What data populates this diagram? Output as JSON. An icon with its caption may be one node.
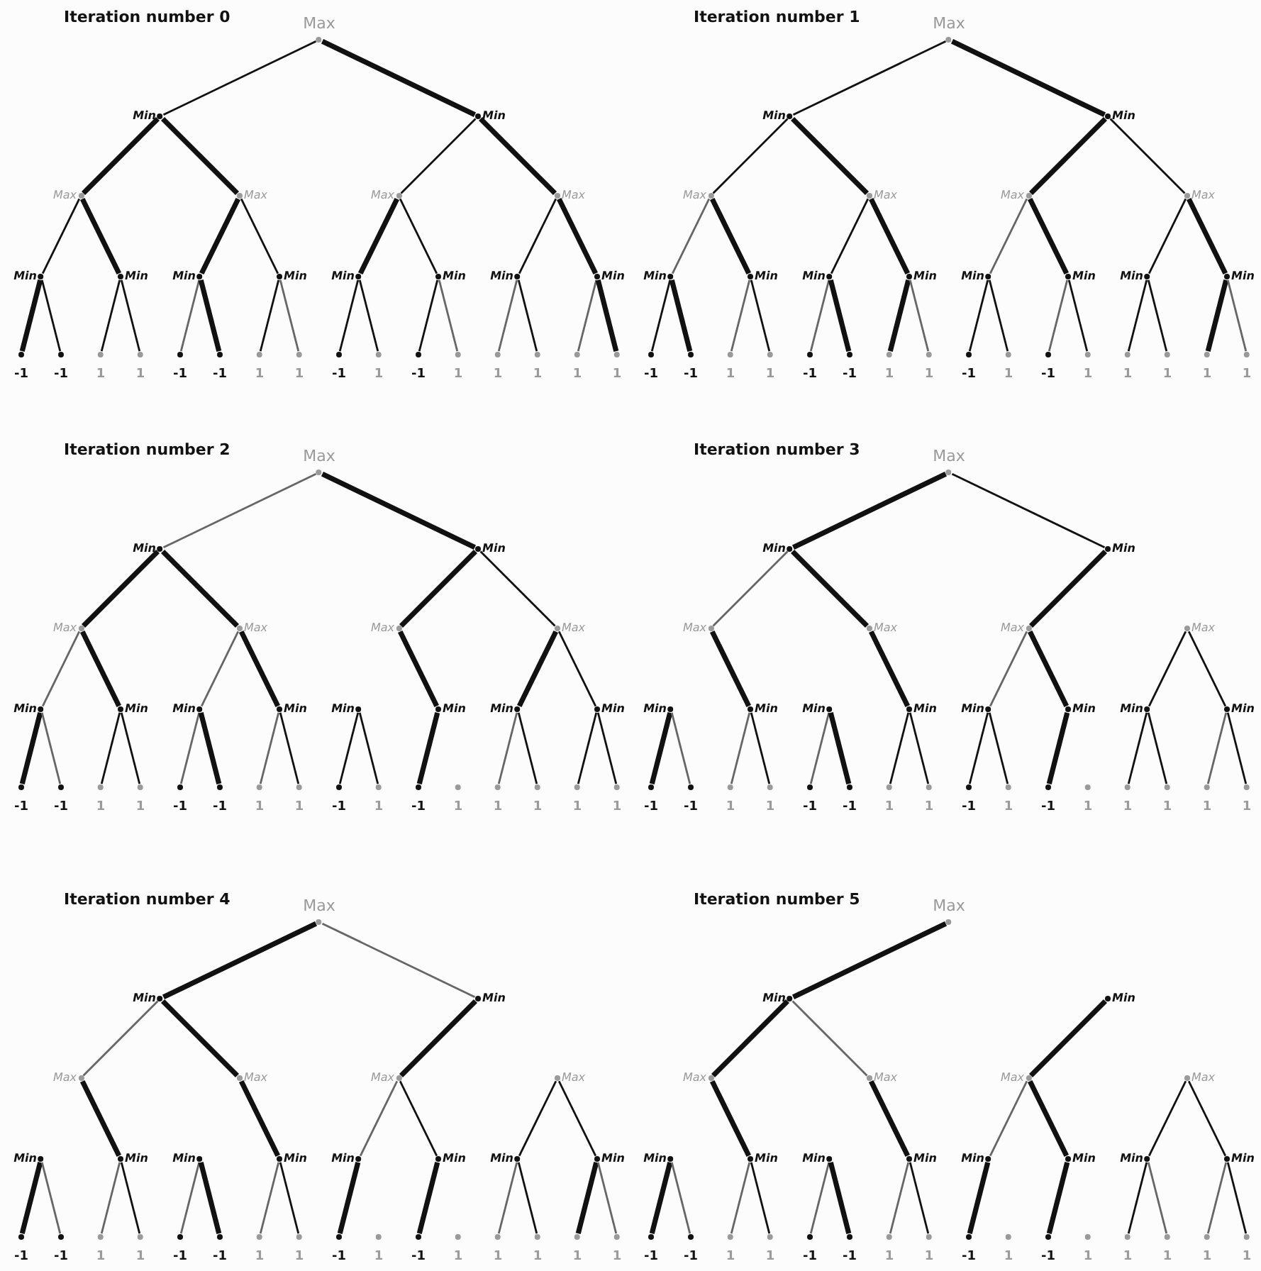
{
  "diagram": {
    "nodes": [
      {
        "text": [
          "Max"
        ]
      },
      {
        "text": [
          "Min"
        ]
      },
      {
        "text": [
          "Min"
        ]
      },
      {
        "text": [
          "Max"
        ]
      },
      {
        "text": [
          "Max"
        ]
      },
      {
        "text": [
          "Max"
        ]
      },
      {
        "text": [
          "Max"
        ]
      },
      {
        "text": [
          "Min"
        ]
      },
      {
        "text": [
          "Min"
        ]
      },
      {
        "text": [
          "Min"
        ]
      },
      {
        "text": [
          "Min"
        ]
      },
      {
        "text": [
          "Min"
        ]
      },
      {
        "text": [
          "Min"
        ]
      },
      {
        "text": [
          "Min"
        ]
      },
      {
        "text": [
          "Min"
        ]
      },
      {
        "text": [
          "-1"
        ]
      },
      {
        "text": [
          "-1"
        ]
      },
      {
        "text": [
          "1"
        ]
      },
      {
        "text": [
          "1"
        ]
      },
      {
        "text": [
          "-1"
        ]
      },
      {
        "text": [
          "-1"
        ]
      },
      {
        "text": [
          "1"
        ]
      },
      {
        "text": [
          "1"
        ]
      },
      {
        "text": [
          "-1"
        ]
      },
      {
        "text": [
          "1"
        ]
      },
      {
        "text": [
          "-1"
        ]
      },
      {
        "text": [
          "1"
        ]
      },
      {
        "text": [
          "1"
        ]
      },
      {
        "text": [
          "1"
        ]
      },
      {
        "text": [
          "1"
        ]
      },
      {
        "text": [
          "1"
        ]
      },
      {
        "text": [
          "Max"
        ]
      },
      {
        "text": [
          "Min"
        ]
      },
      {
        "text": [
          "Min"
        ]
      },
      {
        "text": [
          "Max"
        ]
      },
      {
        "text": [
          "Max"
        ]
      },
      {
        "text": [
          "Max"
        ]
      },
      {
        "text": [
          "Max"
        ]
      },
      {
        "text": [
          "Min"
        ]
      },
      {
        "text": [
          "Min"
        ]
      },
      {
        "text": [
          "Min"
        ]
      },
      {
        "text": [
          "Min"
        ]
      },
      {
        "text": [
          "Min"
        ]
      },
      {
        "text": [
          "Min"
        ]
      },
      {
        "text": [
          "Min"
        ]
      },
      {
        "text": [
          "Min"
        ]
      },
      {
        "text": [
          "-1"
        ]
      },
      {
        "text": [
          "-1"
        ]
      },
      {
        "text": [
          "1"
        ]
      },
      {
        "text": [
          "1"
        ]
      },
      {
        "text": [
          "-1"
        ]
      },
      {
        "text": [
          "-1"
        ]
      },
      {
        "text": [
          "1"
        ]
      },
      {
        "text": [
          "1"
        ]
      },
      {
        "text": [
          "-1"
        ]
      },
      {
        "text": [
          "1"
        ]
      },
      {
        "text": [
          "-1"
        ]
      },
      {
        "text": [
          "1"
        ]
      },
      {
        "text": [
          "1"
        ]
      },
      {
        "text": [
          "1"
        ]
      },
      {
        "text": [
          "1"
        ]
      },
      {
        "text": [
          "1"
        ]
      },
      {
        "text": [
          "Max"
        ]
      },
      {
        "text": [
          "Min"
        ]
      },
      {
        "text": [
          "Min"
        ]
      },
      {
        "text": [
          "Max"
        ]
      },
      {
        "text": [
          "Max"
        ]
      },
      {
        "text": [
          "Max"
        ]
      },
      {
        "text": [
          "Max"
        ]
      },
      {
        "text": [
          "Min"
        ]
      },
      {
        "text": [
          "Min"
        ]
      },
      {
        "text": [
          "Min"
        ]
      },
      {
        "text": [
          "Min"
        ]
      },
      {
        "text": [
          "Min"
        ]
      },
      {
        "text": [
          "Min"
        ]
      },
      {
        "text": [
          "Min"
        ]
      },
      {
        "text": [
          "Min"
        ]
      },
      {
        "text": [
          "-1"
        ]
      },
      {
        "text": [
          "-1"
        ]
      },
      {
        "text": [
          "1"
        ]
      },
      {
        "text": [
          "1"
        ]
      },
      {
        "text": [
          "-1"
        ]
      },
      {
        "text": [
          "-1"
        ]
      },
      {
        "text": [
          "1"
        ]
      },
      {
        "text": [
          "1"
        ]
      },
      {
        "text": [
          "-1"
        ]
      },
      {
        "text": [
          "1"
        ]
      },
      {
        "text": [
          "-1"
        ]
      },
      {
        "text": [
          "1"
        ]
      },
      {
        "text": [
          "1"
        ]
      },
      {
        "text": [
          "1"
        ]
      },
      {
        "text": [
          "1"
        ]
      },
      {
        "text": [
          "1"
        ]
      },
      {
        "text": [
          "Max"
        ]
      },
      {
        "text": [
          "Min"
        ]
      },
      {
        "text": [
          "Min"
        ]
      },
      {
        "text": [
          "Max"
        ]
      },
      {
        "text": [
          "Max"
        ]
      },
      {
        "text": [
          "Max"
        ]
      },
      {
        "text": [
          "Max"
        ]
      },
      {
        "text": [
          "Min"
        ]
      },
      {
        "text": [
          "Min"
        ]
      },
      {
        "text": [
          "Min"
        ]
      },
      {
        "text": [
          "Min"
        ]
      },
      {
        "text": [
          "Min"
        ]
      },
      {
        "text": [
          "Min"
        ]
      },
      {
        "text": [
          "Min"
        ]
      },
      {
        "text": [
          "Min"
        ]
      },
      {
        "text": [
          "-1"
        ]
      },
      {
        "text": [
          "-1"
        ]
      },
      {
        "text": [
          "1"
        ]
      },
      {
        "text": [
          "1"
        ]
      },
      {
        "text": [
          "-1"
        ]
      },
      {
        "text": [
          "-1"
        ]
      },
      {
        "text": [
          "1"
        ]
      },
      {
        "text": [
          "1"
        ]
      },
      {
        "text": [
          "-1"
        ]
      },
      {
        "text": [
          "1"
        ]
      },
      {
        "text": [
          "-1"
        ]
      },
      {
        "text": [
          "1"
        ]
      },
      {
        "text": [
          "1"
        ]
      },
      {
        "text": [
          "1"
        ]
      },
      {
        "text": [
          "1"
        ]
      },
      {
        "text": [
          "1"
        ]
      },
      {
        "text": [
          "Max"
        ]
      },
      {
        "text": [
          "Min"
        ]
      },
      {
        "text": [
          "Min"
        ]
      },
      {
        "text": [
          "Max"
        ]
      },
      {
        "text": [
          "Max"
        ]
      },
      {
        "text": [
          "Max"
        ]
      },
      {
        "text": [
          "Max"
        ]
      },
      {
        "text": [
          "Min"
        ]
      },
      {
        "text": [
          "Min"
        ]
      },
      {
        "text": [
          "Min"
        ]
      },
      {
        "text": [
          "Min"
        ]
      },
      {
        "text": [
          "Min"
        ]
      },
      {
        "text": [
          "Min"
        ]
      },
      {
        "text": [
          "Min"
        ]
      },
      {
        "text": [
          "Min"
        ]
      },
      {
        "text": [
          "-1"
        ]
      },
      {
        "text": [
          "-1"
        ]
      },
      {
        "text": [
          "1"
        ]
      },
      {
        "text": [
          "1"
        ]
      },
      {
        "text": [
          "-1"
        ]
      },
      {
        "text": [
          "-1"
        ]
      },
      {
        "text": [
          "1"
        ]
      },
      {
        "text": [
          "1"
        ]
      },
      {
        "text": [
          "-1"
        ]
      },
      {
        "text": [
          "1"
        ]
      },
      {
        "text": [
          "-1"
        ]
      },
      {
        "text": [
          "1"
        ]
      },
      {
        "text": [
          "1"
        ]
      },
      {
        "text": [
          "1"
        ]
      },
      {
        "text": [
          "1"
        ]
      },
      {
        "text": [
          "1"
        ]
      },
      {
        "text": [
          "Max"
        ]
      },
      {
        "text": [
          "Min"
        ]
      },
      {
        "text": [
          "Min"
        ]
      },
      {
        "text": [
          "Max"
        ]
      },
      {
        "text": [
          "Max"
        ]
      },
      {
        "text": [
          "Max"
        ]
      },
      {
        "text": [
          "Max"
        ]
      },
      {
        "text": [
          "Min"
        ]
      },
      {
        "text": [
          "Min"
        ]
      },
      {
        "text": [
          "Min"
        ]
      },
      {
        "text": [
          "Min"
        ]
      },
      {
        "text": [
          "Min"
        ]
      },
      {
        "text": [
          "Min"
        ]
      },
      {
        "text": [
          "Min"
        ]
      },
      {
        "text": [
          "Min"
        ]
      },
      {
        "text": [
          "-1"
        ]
      },
      {
        "text": [
          "-1"
        ]
      },
      {
        "text": [
          "1"
        ]
      },
      {
        "text": [
          "1"
        ]
      },
      {
        "text": [
          "-1"
        ]
      },
      {
        "text": [
          "-1"
        ]
      },
      {
        "text": [
          "1"
        ]
      },
      {
        "text": [
          "1"
        ]
      },
      {
        "text": [
          "-1"
        ]
      },
      {
        "text": [
          "1"
        ]
      },
      {
        "text": [
          "-1"
        ]
      },
      {
        "text": [
          "1"
        ]
      },
      {
        "text": [
          "1"
        ]
      },
      {
        "text": [
          "1"
        ]
      },
      {
        "text": [
          "1"
        ]
      },
      {
        "text": [
          "1"
        ]
      }
    ],
    "edges": [
      {
        "from": 0,
        "to": 1,
        "arrow": "none"
      },
      {
        "from": 0,
        "to": 2,
        "arrow": "none",
        "style": "thick"
      },
      {
        "from": 1,
        "to": 3,
        "arrow": "none",
        "style": "thick"
      },
      {
        "from": 1,
        "to": 4,
        "arrow": "none",
        "style": "thick"
      },
      {
        "from": 2,
        "to": 5,
        "arrow": "none"
      },
      {
        "from": 2,
        "to": 6,
        "arrow": "none",
        "style": "thick"
      },
      {
        "from": 3,
        "to": 7,
        "arrow": "none"
      },
      {
        "from": 3,
        "to": 8,
        "arrow": "none",
        "style": "thick"
      },
      {
        "from": 4,
        "to": 9,
        "arrow": "none",
        "style": "thick"
      },
      {
        "from": 4,
        "to": 10,
        "arrow": "none"
      },
      {
        "from": 5,
        "to": 11,
        "arrow": "none",
        "style": "thick"
      },
      {
        "from": 5,
        "to": 12,
        "arrow": "none"
      },
      {
        "from": 6,
        "to": 13,
        "arrow": "none"
      },
      {
        "from": 6,
        "to": 14,
        "arrow": "none",
        "style": "thick"
      },
      {
        "from": 7,
        "to": 15,
        "arrow": "none",
        "style": "thick"
      },
      {
        "from": 7,
        "to": 16,
        "arrow": "none"
      },
      {
        "from": 8,
        "to": 17,
        "arrow": "none"
      },
      {
        "from": 8,
        "to": 18,
        "arrow": "none"
      },
      {
        "from": 9,
        "to": 19,
        "arrow": "none",
        "color": "#666666"
      },
      {
        "from": 9,
        "to": 20,
        "arrow": "none",
        "style": "thick"
      },
      {
        "from": 10,
        "to": 21,
        "arrow": "none"
      },
      {
        "from": 10,
        "to": 22,
        "arrow": "none",
        "color": "#666666"
      },
      {
        "from": 11,
        "to": 23,
        "arrow": "none"
      },
      {
        "from": 11,
        "to": 24,
        "arrow": "none"
      },
      {
        "from": 12,
        "to": 25,
        "arrow": "none"
      },
      {
        "from": 12,
        "to": 26,
        "arrow": "none",
        "color": "#666666"
      },
      {
        "from": 13,
        "to": 27,
        "arrow": "none",
        "color": "#666666"
      },
      {
        "from": 13,
        "to": 28,
        "arrow": "none"
      },
      {
        "from": 14,
        "to": 29,
        "arrow": "none",
        "color": "#666666"
      },
      {
        "from": 14,
        "to": 30,
        "arrow": "none",
        "style": "thick"
      },
      {
        "from": 31,
        "to": 32,
        "arrow": "none"
      },
      {
        "from": 31,
        "to": 33,
        "arrow": "none",
        "style": "thick"
      },
      {
        "from": 32,
        "to": 34,
        "arrow": "none"
      },
      {
        "from": 32,
        "to": 35,
        "arrow": "none",
        "style": "thick"
      },
      {
        "from": 33,
        "to": 36,
        "arrow": "none",
        "style": "thick"
      },
      {
        "from": 33,
        "to": 37,
        "arrow": "none"
      },
      {
        "from": 34,
        "to": 38,
        "arrow": "none",
        "color": "#666666"
      },
      {
        "from": 34,
        "to": 39,
        "arrow": "none",
        "style": "thick"
      },
      {
        "from": 35,
        "to": 40,
        "arrow": "none"
      },
      {
        "from": 35,
        "to": 41,
        "arrow": "none",
        "style": "thick"
      },
      {
        "from": 36,
        "to": 42,
        "arrow": "none",
        "color": "#666666"
      },
      {
        "from": 36,
        "to": 43,
        "arrow": "none",
        "style": "thick"
      },
      {
        "from": 37,
        "to": 44,
        "arrow": "none"
      },
      {
        "from": 37,
        "to": 45,
        "arrow": "none",
        "style": "thick"
      },
      {
        "from": 38,
        "to": 46,
        "arrow": "none"
      },
      {
        "from": 38,
        "to": 47,
        "arrow": "none",
        "style": "thick"
      },
      {
        "from": 39,
        "to": 48,
        "arrow": "none",
        "color": "#666666"
      },
      {
        "from": 39,
        "to": 49,
        "arrow": "none"
      },
      {
        "from": 40,
        "to": 50,
        "arrow": "none",
        "color": "#666666"
      },
      {
        "from": 40,
        "to": 51,
        "arrow": "none",
        "style": "thick"
      },
      {
        "from": 41,
        "to": 52,
        "arrow": "none",
        "style": "thick"
      },
      {
        "from": 41,
        "to": 53,
        "arrow": "none",
        "color": "#666666"
      },
      {
        "from": 42,
        "to": 54,
        "arrow": "none"
      },
      {
        "from": 42,
        "to": 55,
        "arrow": "none"
      },
      {
        "from": 43,
        "to": 56,
        "arrow": "none",
        "color": "#666666"
      },
      {
        "from": 43,
        "to": 57,
        "arrow": "none"
      },
      {
        "from": 44,
        "to": 58,
        "arrow": "none"
      },
      {
        "from": 44,
        "to": 59,
        "arrow": "none"
      },
      {
        "from": 45,
        "to": 60,
        "arrow": "none",
        "style": "thick"
      },
      {
        "from": 45,
        "to": 61,
        "arrow": "none",
        "color": "#666666"
      },
      {
        "from": 62,
        "to": 63,
        "arrow": "none",
        "color": "#666666"
      },
      {
        "from": 62,
        "to": 64,
        "arrow": "none",
        "style": "thick"
      },
      {
        "from": 63,
        "to": 65,
        "arrow": "none",
        "style": "thick"
      },
      {
        "from": 63,
        "to": 66,
        "arrow": "none",
        "style": "thick"
      },
      {
        "from": 64,
        "to": 67,
        "arrow": "none",
        "style": "thick"
      },
      {
        "from": 64,
        "to": 68,
        "arrow": "none"
      },
      {
        "from": 65,
        "to": 69,
        "arrow": "none",
        "color": "#666666"
      },
      {
        "from": 65,
        "to": 70,
        "arrow": "none",
        "style": "thick"
      },
      {
        "from": 66,
        "to": 71,
        "arrow": "none",
        "color": "#666666"
      },
      {
        "from": 66,
        "to": 72,
        "arrow": "none",
        "style": "thick"
      },
      {
        "from": 67,
        "to": 74,
        "arrow": "none",
        "style": "thick"
      },
      {
        "from": 68,
        "to": 75,
        "arrow": "none",
        "style": "thick"
      },
      {
        "from": 68,
        "to": 76,
        "arrow": "none"
      },
      {
        "from": 69,
        "to": 77,
        "arrow": "none",
        "style": "thick"
      },
      {
        "from": 69,
        "to": 78,
        "arrow": "none",
        "color": "#666666"
      },
      {
        "from": 70,
        "to": 79,
        "arrow": "none"
      },
      {
        "from": 70,
        "to": 80,
        "arrow": "none"
      },
      {
        "from": 71,
        "to": 81,
        "arrow": "none",
        "color": "#666666"
      },
      {
        "from": 71,
        "to": 82,
        "arrow": "none",
        "style": "thick"
      },
      {
        "from": 72,
        "to": 83,
        "arrow": "none",
        "color": "#666666"
      },
      {
        "from": 72,
        "to": 84,
        "arrow": "none"
      },
      {
        "from": 73,
        "to": 85,
        "arrow": "none"
      },
      {
        "from": 73,
        "to": 86,
        "arrow": "none"
      },
      {
        "from": 74,
        "to": 87,
        "arrow": "none",
        "style": "thick"
      },
      {
        "from": 75,
        "to": 89,
        "arrow": "none",
        "color": "#666666"
      },
      {
        "from": 75,
        "to": 90,
        "arrow": "none"
      },
      {
        "from": 76,
        "to": 91,
        "arrow": "none"
      },
      {
        "from": 76,
        "to": 92,
        "arrow": "none"
      },
      {
        "from": 93,
        "to": 94,
        "arrow": "none",
        "style": "thick"
      },
      {
        "from": 93,
        "to": 95,
        "arrow": "none"
      },
      {
        "from": 94,
        "to": 96,
        "arrow": "none",
        "color": "#666666"
      },
      {
        "from": 94,
        "to": 97,
        "arrow": "none",
        "style": "thick"
      },
      {
        "from": 95,
        "to": 98,
        "arrow": "none",
        "style": "thick"
      },
      {
        "from": 96,
        "to": 101,
        "arrow": "none",
        "style": "thick"
      },
      {
        "from": 97,
        "to": 103,
        "arrow": "none",
        "style": "thick"
      },
      {
        "from": 98,
        "to": 104,
        "arrow": "none",
        "color": "#666666"
      },
      {
        "from": 98,
        "to": 105,
        "arrow": "none",
        "style": "thick"
      },
      {
        "from": 99,
        "to": 106,
        "arrow": "none"
      },
      {
        "from": 99,
        "to": 107,
        "arrow": "none"
      },
      {
        "from": 100,
        "to": 108,
        "arrow": "none",
        "style": "thick"
      },
      {
        "from": 100,
        "to": 109,
        "arrow": "none",
        "color": "#666666"
      },
      {
        "from": 101,
        "to": 110,
        "arrow": "none",
        "color": "#666666"
      },
      {
        "from": 101,
        "to": 111,
        "arrow": "none"
      },
      {
        "from": 102,
        "to": 112,
        "arrow": "none",
        "color": "#666666"
      },
      {
        "from": 102,
        "to": 113,
        "arrow": "none",
        "style": "thick"
      },
      {
        "from": 103,
        "to": 114,
        "arrow": "none"
      },
      {
        "from": 103,
        "to": 115,
        "arrow": "none"
      },
      {
        "from": 104,
        "to": 116,
        "arrow": "none"
      },
      {
        "from": 104,
        "to": 117,
        "arrow": "none"
      },
      {
        "from": 105,
        "to": 118,
        "arrow": "none",
        "style": "thick"
      },
      {
        "from": 106,
        "to": 120,
        "arrow": "none"
      },
      {
        "from": 106,
        "to": 121,
        "arrow": "none"
      },
      {
        "from": 107,
        "to": 122,
        "arrow": "none",
        "color": "#666666"
      },
      {
        "from": 107,
        "to": 123,
        "arrow": "none"
      },
      {
        "from": 124,
        "to": 125,
        "arrow": "none",
        "style": "thick"
      },
      {
        "from": 124,
        "to": 126,
        "arrow": "none",
        "color": "#666666"
      },
      {
        "from": 125,
        "to": 127,
        "arrow": "none",
        "color": "#666666"
      },
      {
        "from": 125,
        "to": 128,
        "arrow": "none",
        "style": "thick"
      },
      {
        "from": 126,
        "to": 129,
        "arrow": "none",
        "style": "thick"
      },
      {
        "from": 127,
        "to": 132,
        "arrow": "none",
        "style": "thick"
      },
      {
        "from": 128,
        "to": 134,
        "arrow": "none",
        "style": "thick"
      },
      {
        "from": 129,
        "to": 135,
        "arrow": "none",
        "color": "#666666"
      },
      {
        "from": 129,
        "to": 136,
        "arrow": "none"
      },
      {
        "from": 130,
        "to": 137,
        "arrow": "none"
      },
      {
        "from": 130,
        "to": 138,
        "arrow": "none"
      },
      {
        "from": 131,
        "to": 139,
        "arrow": "none",
        "style": "thick"
      },
      {
        "from": 131,
        "to": 140,
        "arrow": "none",
        "color": "#666666"
      },
      {
        "from": 132,
        "to": 141,
        "arrow": "none",
        "color": "#666666"
      },
      {
        "from": 132,
        "to": 142,
        "arrow": "none"
      },
      {
        "from": 133,
        "to": 143,
        "arrow": "none",
        "color": "#666666"
      },
      {
        "from": 133,
        "to": 144,
        "arrow": "none",
        "style": "thick"
      },
      {
        "from": 134,
        "to": 145,
        "arrow": "none",
        "color": "#666666"
      },
      {
        "from": 134,
        "to": 146,
        "arrow": "none"
      },
      {
        "from": 135,
        "to": 147,
        "arrow": "none",
        "style": "thick"
      },
      {
        "from": 136,
        "to": 149,
        "arrow": "none",
        "style": "thick"
      },
      {
        "from": 137,
        "to": 151,
        "arrow": "none",
        "color": "#666666"
      },
      {
        "from": 137,
        "to": 152,
        "arrow": "none"
      },
      {
        "from": 138,
        "to": 153,
        "arrow": "none",
        "style": "thick"
      },
      {
        "from": 138,
        "to": 154,
        "arrow": "none",
        "color": "#666666"
      },
      {
        "from": 155,
        "to": 156,
        "arrow": "none",
        "style": "thick"
      },
      {
        "from": 156,
        "to": 158,
        "arrow": "none",
        "style": "thick"
      },
      {
        "from": 156,
        "to": 159,
        "arrow": "none",
        "color": "#666666"
      },
      {
        "from": 157,
        "to": 160,
        "arrow": "none",
        "style": "thick"
      },
      {
        "from": 158,
        "to": 163,
        "arrow": "none",
        "style": "thick"
      },
      {
        "from": 159,
        "to": 165,
        "arrow": "none",
        "style": "thick"
      },
      {
        "from": 160,
        "to": 166,
        "arrow": "none",
        "color": "#666666"
      },
      {
        "from": 160,
        "to": 167,
        "arrow": "none",
        "style": "thick"
      },
      {
        "from": 161,
        "to": 168,
        "arrow": "none"
      },
      {
        "from": 161,
        "to": 169,
        "arrow": "none"
      },
      {
        "from": 162,
        "to": 170,
        "arrow": "none",
        "style": "thick"
      },
      {
        "from": 162,
        "to": 171,
        "arrow": "none",
        "color": "#666666"
      },
      {
        "from": 163,
        "to": 172,
        "arrow": "none",
        "color": "#666666"
      },
      {
        "from": 163,
        "to": 173,
        "arrow": "none"
      },
      {
        "from": 164,
        "to": 174,
        "arrow": "none",
        "color": "#666666"
      },
      {
        "from": 164,
        "to": 175,
        "arrow": "none",
        "style": "thick"
      },
      {
        "from": 165,
        "to": 176,
        "arrow": "none",
        "color": "#666666"
      },
      {
        "from": 165,
        "to": 177,
        "arrow": "none"
      },
      {
        "from": 166,
        "to": 178,
        "arrow": "none",
        "style": "thick"
      },
      {
        "from": 167,
        "to": 180,
        "arrow": "none",
        "style": "thick"
      },
      {
        "from": 168,
        "to": 182,
        "arrow": "none"
      },
      {
        "from": 168,
        "to": 183,
        "arrow": "none",
        "color": "#666666"
      },
      {
        "from": 169,
        "to": 184,
        "arrow": "none",
        "color": "#666666"
      },
      {
        "from": 169,
        "to": 185,
        "arrow": "none"
      }
    ],
    "labels": [
      "Iteration number 0",
      "Iteration number 1",
      "Iteration number 2",
      "Iteration number 3",
      "Iteration number 4",
      "Iteration number 5"
    ]
  }
}
